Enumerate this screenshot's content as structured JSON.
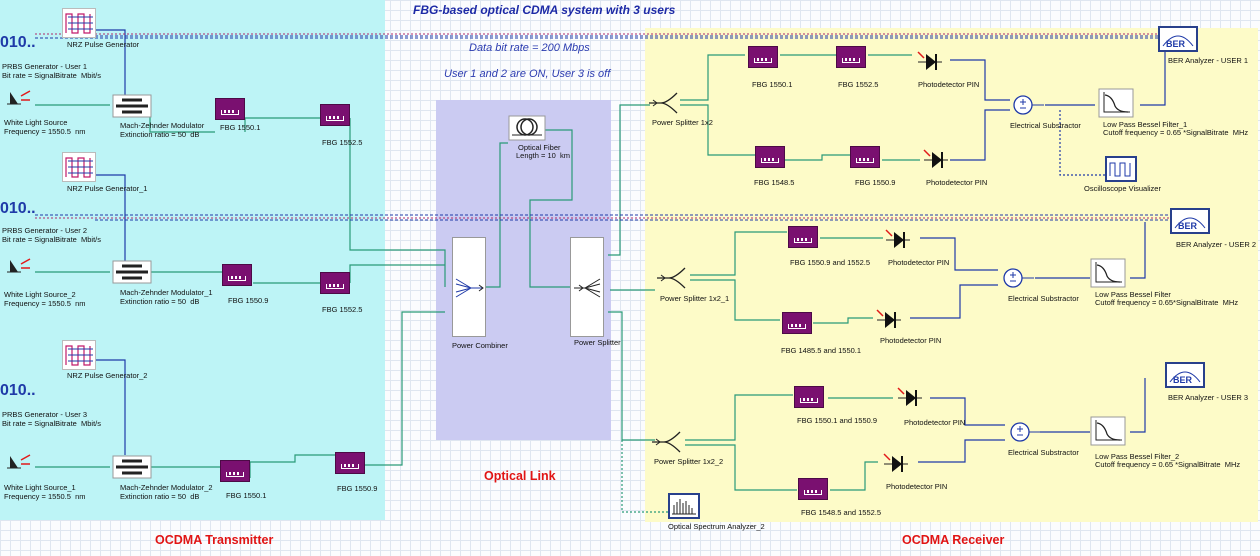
{
  "title": "FBG-based optical CDMA system with 3 users",
  "notes": [
    "Data bit rate = 200 Mbps",
    "User 1 and 2 are ON, User 3 is off"
  ],
  "sections": {
    "transmitter": "OCDMA Transmitter",
    "link": "Optical Link",
    "receiver": "OCDMA Receiver"
  },
  "colors": {
    "transmitter_bg": "#bdf4f6",
    "link_bg": "#cbcbf2",
    "receiver_bg": "#fdfbc8",
    "fbg": "#7a1070",
    "wire_optical": "#2a9a78",
    "wire_electrical": "#1f3aa8",
    "title": "#1d2aa6",
    "section_label": "#e11414"
  },
  "transmitter": {
    "users": [
      {
        "bits": "010..",
        "prbs": "PRBS Generator - User 1",
        "prbs_rate": "Bit rate = SignalBitrate  Mbit/s",
        "nrz": "NRZ Pulse Generator",
        "source": "White Light Source",
        "source_freq": "Frequency = 1550.5  nm",
        "mzm": "Mach-Zehnder Modulator",
        "mzm_ratio": "Extinction ratio = 50  dB",
        "fbg1": "FBG 1550.1",
        "fbg2": "FBG 1552.5"
      },
      {
        "bits": "010..",
        "prbs": "PRBS Generator - User 2",
        "prbs_rate": "Bit rate = SignalBitrate  Mbit/s",
        "nrz": "NRZ Pulse Generator_1",
        "source": "White Light Source_2",
        "source_freq": "Frequency = 1550.5  nm",
        "mzm": "Mach-Zehnder Modulator_1",
        "mzm_ratio": "Extinction ratio = 50  dB",
        "fbg1": "FBG 1550.9",
        "fbg2": "FBG 1552.5"
      },
      {
        "bits": "010..",
        "prbs": "PRBS Generator - User 3",
        "prbs_rate": "Bit rate = SignalBitrate  Mbit/s",
        "nrz": "NRZ Pulse Generator_2",
        "source": "White Light Source_1",
        "source_freq": "Frequency = 1550.5  nm",
        "mzm": "Mach-Zehnder Modulator_2",
        "mzm_ratio": "Extinction ratio = 50  dB",
        "fbg1": "FBG 1550.1",
        "fbg2": "FBG 1550.9"
      }
    ]
  },
  "link": {
    "fiber": "Optical Fiber",
    "fiber_length": "Length = 10  km",
    "combiner": "Power Combiner",
    "splitter": "Power Splitter"
  },
  "receiver": {
    "users": [
      {
        "splitter": "Power Splitter 1x2",
        "fbg_a1": "FBG 1550.1",
        "fbg_a2": "FBG 1552.5",
        "fbg_b1": "FBG 1548.5",
        "fbg_b2": "FBG 1550.9",
        "pd_a": "Photodetector PIN",
        "pd_b": "Photodetector PIN",
        "sub": "Electrical Substractor",
        "filter": "Low Pass Bessel Filter_1",
        "cutoff": "Cutoff frequency = 0.65 *SignalBitrate  MHz",
        "ber": "BER Analyzer - USER 1",
        "scope": "Oscilloscope Visualizer"
      },
      {
        "splitter": "Power Splitter 1x2_1",
        "fbg_a": "FBG 1550.9 and 1552.5",
        "fbg_b": "FBG 1485.5 and 1550.1",
        "pd_a": "Photodetector PIN",
        "pd_b": "Photodetector PIN",
        "sub": "Electrical Substractor",
        "filter": "Low Pass Bessel Filter",
        "cutoff": "Cutoff frequency = 0.65*SignalBitrate  MHz",
        "ber": "BER Analyzer - USER 2"
      },
      {
        "splitter": "Power Splitter 1x2_2",
        "fbg_a": "FBG 1550.1 and 1550.9",
        "fbg_b": "FBG 1548.5 and 1552.5",
        "pd_a": "Photodetector PIN",
        "pd_b": "Photodetector PIN",
        "sub": "Electrical Substractor",
        "filter": "Low Pass Bessel Filter_2",
        "cutoff": "Cutoff frequency = 0.65 *SignalBitrate  MHz",
        "ber": "BER Analyzer - USER 3",
        "osa": "Optical Spectrum Analyzer_2"
      }
    ]
  }
}
